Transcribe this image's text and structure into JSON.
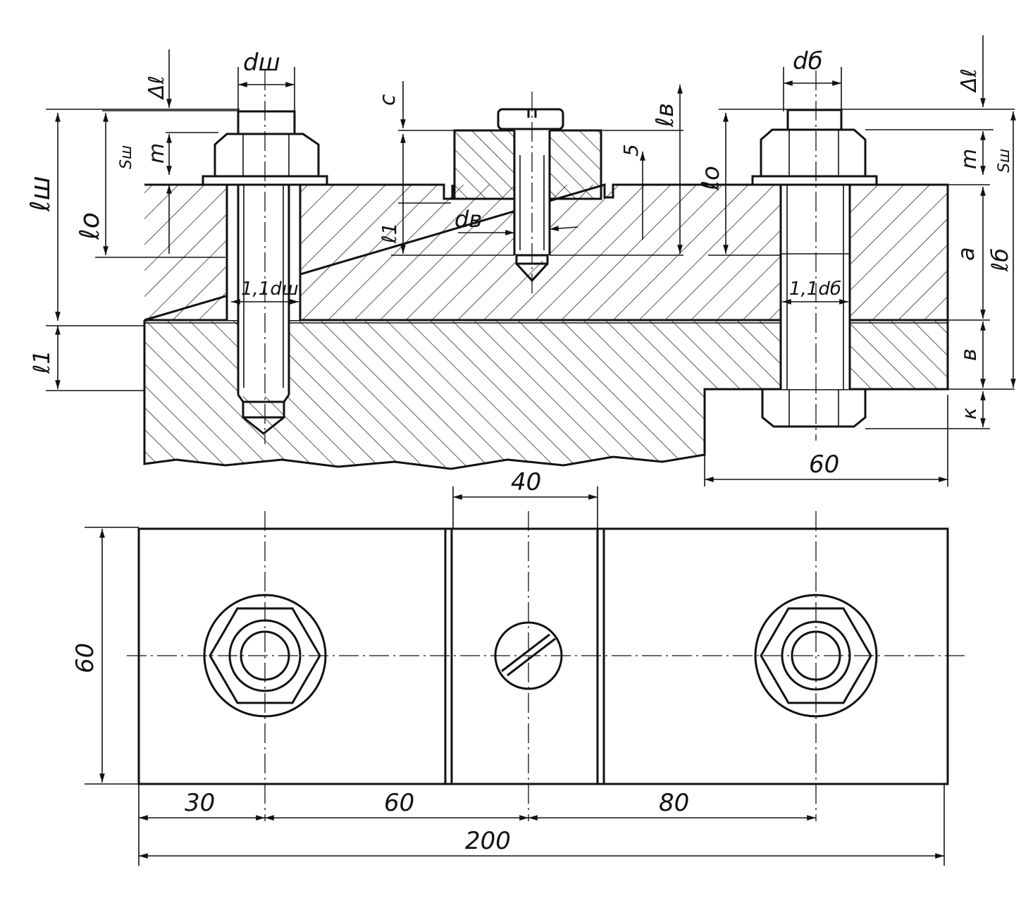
{
  "labels": {
    "d_w": "dш",
    "d_b": "dб",
    "delta_l_left": "Δℓ",
    "delta_l_right": "Δℓ",
    "m_left": "m",
    "m_right": "m",
    "s_w_left": "Sш",
    "s_w_right": "Sш",
    "l_w": "ℓш",
    "l_o_left": "ℓo",
    "l_o_right": "ℓo",
    "l_1_left": "ℓ1",
    "l_1_mid": "ℓ1",
    "c": "c",
    "l_v": "ℓв",
    "five": "5",
    "d_v": "dв",
    "a": "a",
    "l_b": "ℓб",
    "b": "в",
    "k": "к",
    "tol_left": "1,1dш",
    "tol_right": "1,1dб"
  },
  "dimensions": {
    "d60_top": "60",
    "d40": "40",
    "d60_vert": "60",
    "d30": "30",
    "d60_bottom": "60",
    "d80": "80",
    "d200": "200"
  }
}
